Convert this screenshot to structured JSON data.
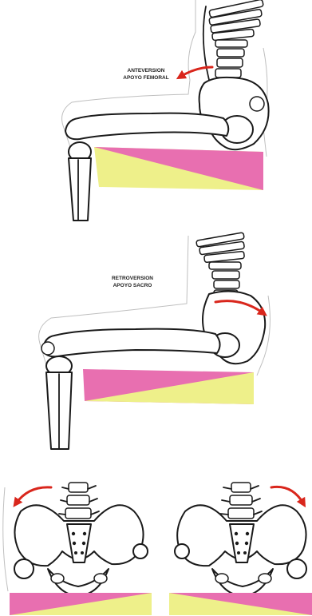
{
  "colors": {
    "pink": "#e86fb0",
    "yellow": "#eef08a",
    "arrow": "#d9261c",
    "outline": "#bfbfbf",
    "bone_stroke": "#1a1a1a"
  },
  "panel1": {
    "label_line1": "ANTEVERSION",
    "label_line2": "APOYO FEMORAL"
  },
  "panel2": {
    "label_line1": "RETROVERSION",
    "label_line2": "APOYO SACRO"
  },
  "icons": [
    "skeleton-side-icon",
    "pelvis-front-icon",
    "red-arrow-icon",
    "wedge-cushion-icon"
  ]
}
